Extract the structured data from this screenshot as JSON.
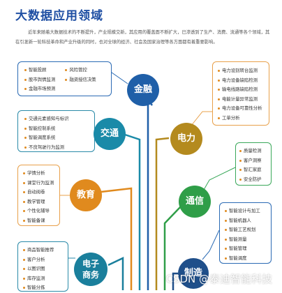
{
  "title": "大数据应用领域",
  "intro": "近年来随着大数据技术的不断提升，产业规模交新，其应用的覆盖面不断扩大，已渗透到了生产、消费、流通等各个领域，其在引发新一轮科技革命和产业升级的同时，也对全球的经济、社会及国家治理等各方面都有着重要影响。",
  "watermark": "CSDN @泰迪智能科技",
  "colors": {
    "finance": "#1f5fa8",
    "transport": "#1a8aa8",
    "power": "#b48a1e",
    "education": "#e08a1e",
    "telecom": "#2f9e48",
    "ecommerce": "#1a7f9c",
    "manufacturing": "#1f4f8a",
    "orange_border": "#e8a04a",
    "teal_border": "#2a8aa8",
    "green_border": "#3aa85a",
    "blue_border": "#2a6ab4"
  },
  "domains": {
    "finance": {
      "label": "金融",
      "items_left": [
        "智能投顾",
        "股市舆情监测",
        "金融市场预测"
      ],
      "items_right": [
        "风险管控",
        "融资授信决策"
      ]
    },
    "transport": {
      "label": "交通",
      "items": [
        "交通元素感知与标识",
        "智能控制系统",
        "智能调度系统",
        "不良驾驶行为监测"
      ]
    },
    "power": {
      "label": "电力",
      "items": [
        "电力设别转台监测",
        "电力设备缺陷检测",
        "输电线路缺陷检测",
        "电能计量异常监测",
        "电力设备可靠性分析",
        "工单分析"
      ]
    },
    "education": {
      "label": "教育",
      "items": [
        "学情分析",
        "课堂行为监测",
        "自动阅卷",
        "教学管理",
        "个性化辅导",
        "智能备课"
      ]
    },
    "telecom": {
      "label": "通信",
      "items": [
        "质量检测",
        "客户洞察",
        "智汇家庭",
        "安全防护"
      ]
    },
    "ecommerce": {
      "label": "电子\n商务",
      "items": [
        "商品智能推荐",
        "客户分析",
        "以图识图",
        "库存监测",
        "智能分拣"
      ]
    },
    "manufacturing": {
      "label": "制造",
      "items": [
        "智能设计与加工",
        "智能机器人",
        "智能工艺规划",
        "智能测量",
        "智能管理",
        "智能调度"
      ]
    }
  }
}
